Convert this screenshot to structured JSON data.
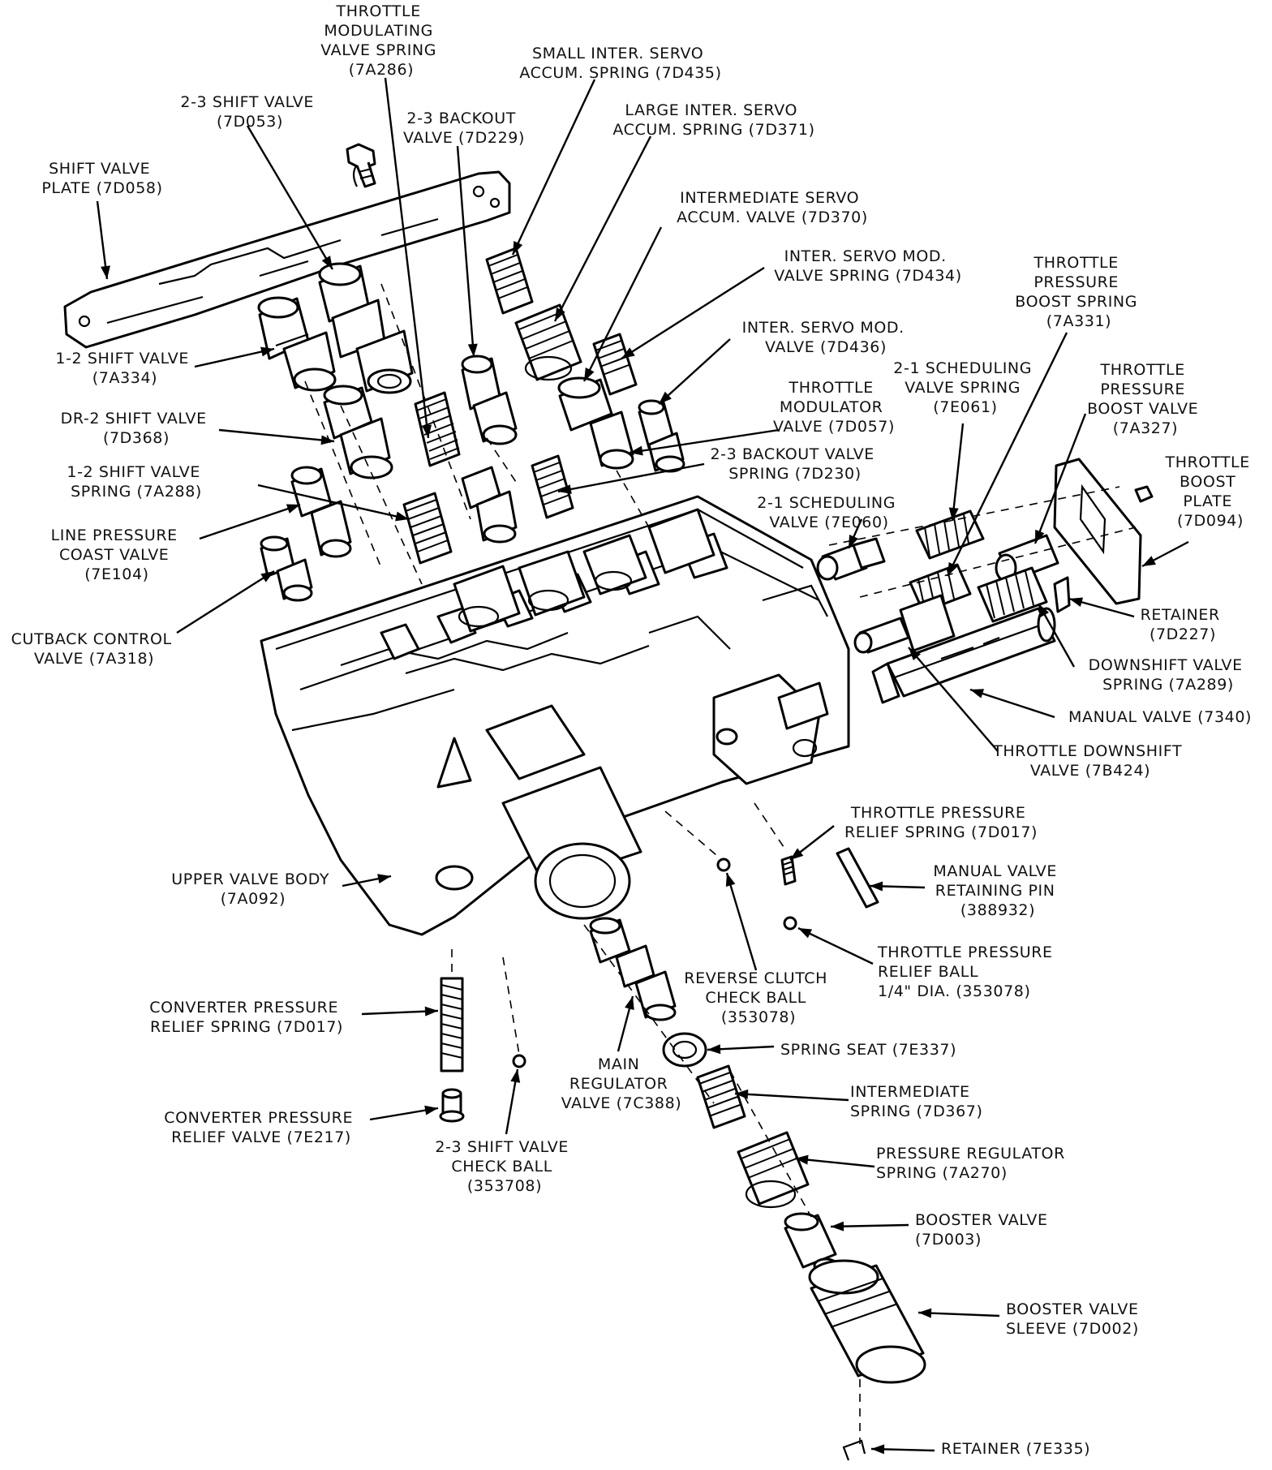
{
  "labels": [
    {
      "id": "throttle-modulating-valve-spring",
      "lines": [
        "THROTTLE",
        "MODULATING",
        "VALVE SPRING",
        "(7A286)"
      ]
    },
    {
      "id": "small-inter-servo-accum-spring",
      "lines": [
        "SMALL INTER. SERVO",
        "ACCUM. SPRING (7D435)"
      ]
    },
    {
      "id": "shift-2-3-valve",
      "lines": [
        "2-3 SHIFT VALVE",
        "(7D053)"
      ]
    },
    {
      "id": "large-inter-servo-accum-spring",
      "lines": [
        "LARGE INTER. SERVO",
        "ACCUM. SPRING (7D371)"
      ]
    },
    {
      "id": "backout-2-3-valve",
      "lines": [
        "2-3 BACKOUT",
        "VALVE (7D229)"
      ]
    },
    {
      "id": "shift-valve-plate",
      "lines": [
        "SHIFT VALVE",
        "PLATE (7D058)"
      ]
    },
    {
      "id": "intermediate-servo-accum-valve",
      "lines": [
        "INTERMEDIATE SERVO",
        "ACCUM. VALVE (7D370)"
      ]
    },
    {
      "id": "inter-servo-mod-valve-spring",
      "lines": [
        "INTER. SERVO MOD.",
        "VALVE SPRING (7D434)"
      ]
    },
    {
      "id": "throttle-pressure-boost-spring",
      "lines": [
        "THROTTLE",
        "PRESSURE",
        "BOOST SPRING",
        "(7A331)"
      ]
    },
    {
      "id": "inter-servo-mod-valve",
      "lines": [
        "INTER. SERVO MOD.",
        "VALVE (7D436)"
      ]
    },
    {
      "id": "shift-1-2-valve",
      "lines": [
        "1-2 SHIFT VALVE",
        "(7A334)"
      ]
    },
    {
      "id": "scheduling-2-1-valve-spring",
      "lines": [
        "2-1 SCHEDULING",
        "VALVE SPRING",
        "(7E061)"
      ]
    },
    {
      "id": "throttle-pressure-boost-valve",
      "lines": [
        "THROTTLE",
        "PRESSURE",
        "BOOST VALVE",
        "(7A327)"
      ]
    },
    {
      "id": "throttle-modulator-valve",
      "lines": [
        "THROTTLE",
        "MODULATOR",
        "VALVE (7D057)"
      ]
    },
    {
      "id": "dr-2-shift-valve",
      "lines": [
        "DR-2 SHIFT VALVE",
        "(7D368)"
      ]
    },
    {
      "id": "backout-2-3-valve-spring",
      "lines": [
        "2-3 BACKOUT VALVE",
        "SPRING (7D230)"
      ]
    },
    {
      "id": "throttle-boost-plate",
      "lines": [
        "THROTTLE",
        "BOOST",
        "PLATE",
        "(7D094)"
      ]
    },
    {
      "id": "shift-1-2-valve-spring",
      "lines": [
        "1-2 SHIFT VALVE",
        "SPRING (7A288)"
      ]
    },
    {
      "id": "scheduling-2-1-valve",
      "lines": [
        "2-1 SCHEDULING",
        "VALVE (7E060)"
      ]
    },
    {
      "id": "line-pressure-coast-valve",
      "lines": [
        "LINE PRESSURE",
        "COAST VALVE",
        "(7E104)"
      ]
    },
    {
      "id": "retainer-7d227",
      "lines": [
        "RETAINER",
        "(7D227)"
      ]
    },
    {
      "id": "cutback-control-valve",
      "lines": [
        "CUTBACK CONTROL",
        "VALVE (7A318)"
      ]
    },
    {
      "id": "downshift-valve-spring",
      "lines": [
        "DOWNSHIFT VALVE",
        "SPRING (7A289)"
      ]
    },
    {
      "id": "manual-valve",
      "lines": [
        "MANUAL VALVE (7340)"
      ]
    },
    {
      "id": "throttle-downshift-valve",
      "lines": [
        "THROTTLE DOWNSHIFT",
        "VALVE (7B424)"
      ]
    },
    {
      "id": "throttle-pressure-relief-spring",
      "lines": [
        "THROTTLE PRESSURE",
        "RELIEF SPRING (7D017)"
      ]
    },
    {
      "id": "upper-valve-body",
      "lines": [
        "UPPER VALVE BODY",
        "(7A092)"
      ]
    },
    {
      "id": "manual-valve-retaining-pin",
      "lines": [
        "MANUAL VALVE",
        "RETAINING PIN",
        "(388932)"
      ]
    },
    {
      "id": "throttle-pressure-relief-ball",
      "lines": [
        "THROTTLE PRESSURE",
        "RELIEF BALL",
        "1/4\" DIA. (353078)"
      ]
    },
    {
      "id": "reverse-clutch-check-ball",
      "lines": [
        "REVERSE CLUTCH",
        "CHECK BALL",
        "(353078)"
      ]
    },
    {
      "id": "converter-pressure-relief-spring",
      "lines": [
        "CONVERTER PRESSURE",
        "RELIEF SPRING (7D017)"
      ]
    },
    {
      "id": "spring-seat",
      "lines": [
        "SPRING SEAT (7E337)"
      ]
    },
    {
      "id": "main-regulator-valve",
      "lines": [
        "MAIN",
        "REGULATOR",
        "VALVE (7C388)"
      ]
    },
    {
      "id": "intermediate-spring",
      "lines": [
        "INTERMEDIATE",
        "SPRING (7D367)"
      ]
    },
    {
      "id": "converter-pressure-relief-valve",
      "lines": [
        "CONVERTER PRESSURE",
        "RELIEF VALVE (7E217)"
      ]
    },
    {
      "id": "shift-2-3-valve-check-ball",
      "lines": [
        "2-3 SHIFT VALVE",
        "CHECK BALL",
        "(353708)"
      ]
    },
    {
      "id": "pressure-regulator-spring",
      "lines": [
        "PRESSURE REGULATOR",
        "SPRING (7A270)"
      ]
    },
    {
      "id": "booster-valve",
      "lines": [
        "BOOSTER VALVE",
        "(7D003)"
      ]
    },
    {
      "id": "booster-valve-sleeve",
      "lines": [
        "BOOSTER VALVE",
        "SLEEVE (7D002)"
      ]
    },
    {
      "id": "retainer-7e335",
      "lines": [
        "RETAINER (7E335)"
      ]
    }
  ]
}
